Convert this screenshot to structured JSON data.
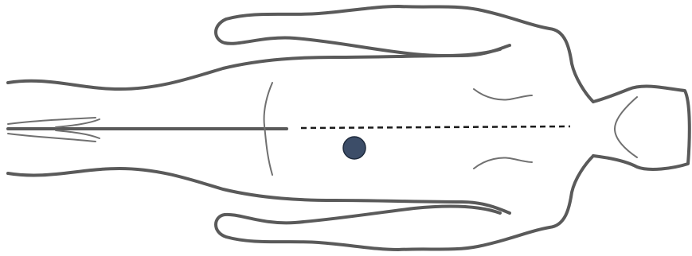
{
  "figure": {
    "subject": "body-outline-top-view",
    "colors": {
      "outline": "#5a5a5a",
      "detail": "#707070",
      "midline": "#1a1a1a",
      "marker_fill": "#3c4d68",
      "marker_stroke": "#1e2a3c",
      "background": "#ffffff"
    },
    "elements": {
      "midline_style": "dashed",
      "marker_shape": "circle"
    }
  }
}
